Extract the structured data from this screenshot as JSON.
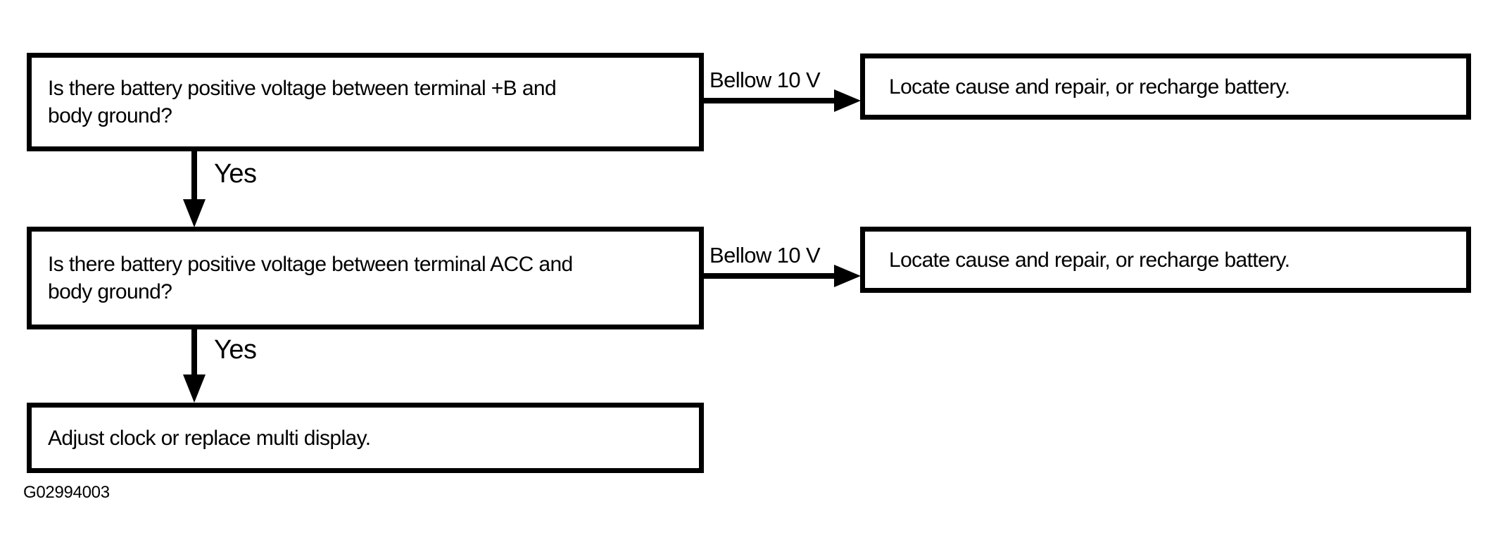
{
  "page": {
    "background_color": "#ffffff",
    "ink_color": "#000000",
    "kind": "diagnostic-flowchart"
  },
  "figure": {
    "id_label": "G02994003"
  },
  "nodes": {
    "q1": {
      "lines": [
        "Is there battery positive voltage between terminal +B and",
        "body ground?"
      ]
    },
    "a1": {
      "text": "Locate cause and repair, or recharge battery."
    },
    "q2": {
      "lines": [
        "Is there battery positive voltage between terminal ACC and",
        "body ground?"
      ]
    },
    "a2": {
      "text": "Locate cause and repair, or recharge battery."
    },
    "q3": {
      "text": "Adjust clock or replace multi display."
    }
  },
  "edges": {
    "q1_to_a1": {
      "label": "Bellow 10 V"
    },
    "q1_to_q2": {
      "label": "Yes"
    },
    "q2_to_a2": {
      "label": "Bellow 10 V"
    },
    "q2_to_q3": {
      "label": "Yes"
    }
  }
}
